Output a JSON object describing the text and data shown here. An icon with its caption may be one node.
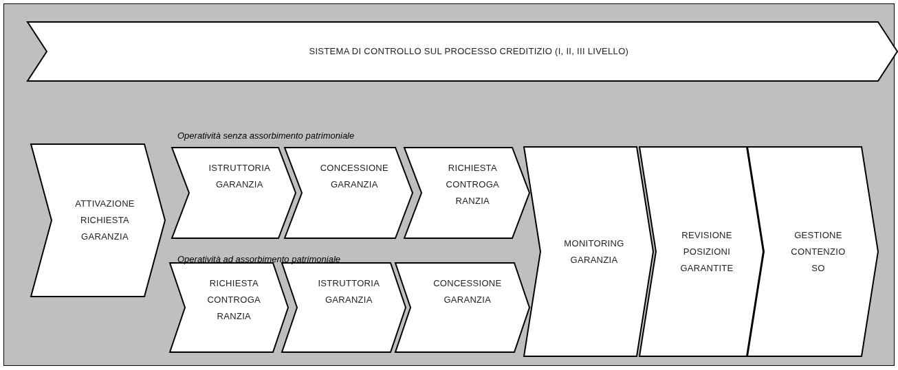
{
  "diagram": {
    "nodes": [
      {
        "text": [
          "SISTEMA DI CONTROLLO SUL PROCESSO CREDITIZIO (I, II, III LIVELLO)"
        ]
      },
      {
        "text": [
          "ATTIVAZIONE RICHIESTA GARANZIA"
        ]
      },
      {
        "text": [
          "ISTRUTTORIA GARANZIA"
        ]
      },
      {
        "text": [
          "CONCESSIONE GARANZIA"
        ]
      },
      {
        "text": [
          "RICHIESTA CONTROGA RANZIA"
        ]
      },
      {
        "text": [
          "RICHIESTA CONTROGA RANZIA"
        ]
      },
      {
        "text": [
          "ISTRUTTORIA GARANZIA"
        ]
      },
      {
        "text": [
          "CONCESSIONE GARANZIA"
        ]
      },
      {
        "text": [
          "MONITORING GARANZIA"
        ]
      },
      {
        "text": [
          "REVISIONE POSIZIONI GARANTITE"
        ]
      },
      {
        "text": [
          "GESTIONE CONTENZIO SO"
        ]
      }
    ],
    "labels": [
      "Operatività senza assorbimento  patrimoniale",
      "Operatività ad assorbimento  patrimoniale"
    ]
  }
}
